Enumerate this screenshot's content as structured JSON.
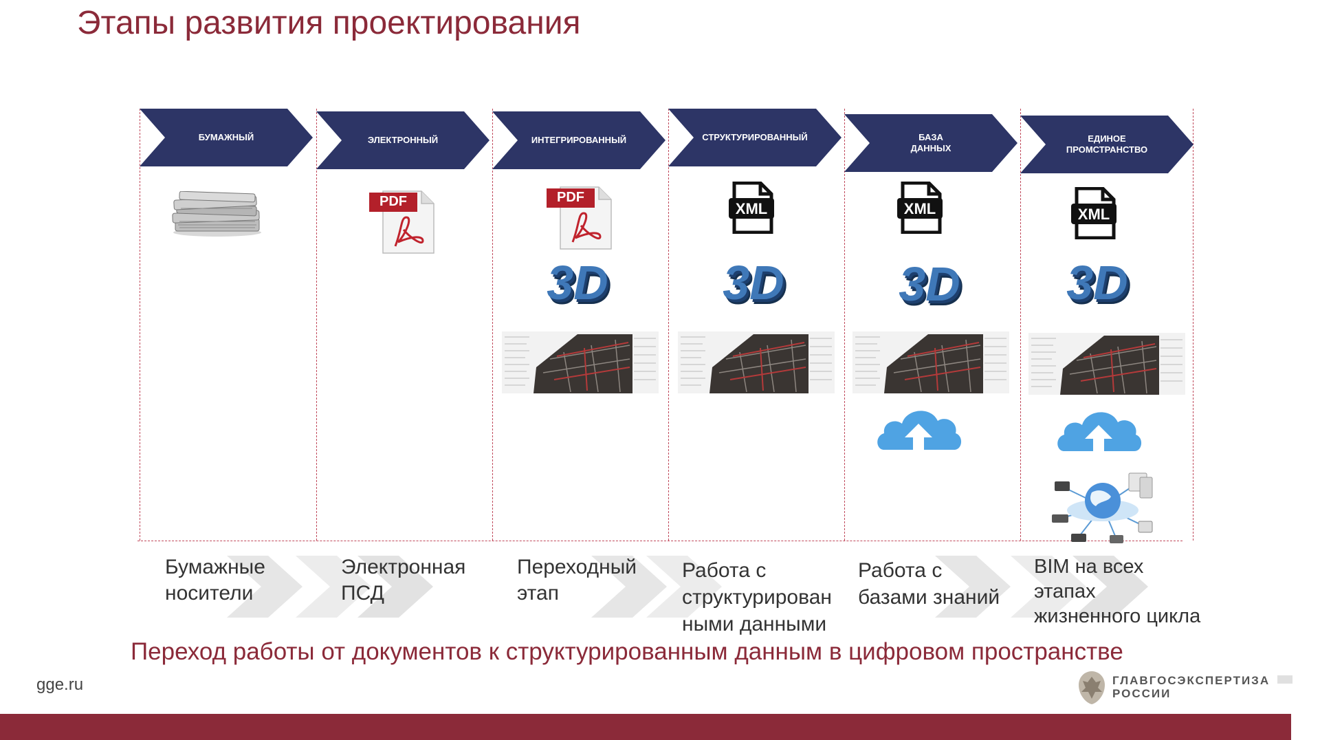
{
  "title": "Этапы развития проектирования",
  "stages": [
    {
      "header": "БУМАЖНЫЙ",
      "caption": "Бумажные\nносители",
      "icons": [
        "paper-stack-icon"
      ]
    },
    {
      "header": "ЭЛЕКТРОННЫЙ",
      "caption": "Электронная\nПСД",
      "icons": [
        "pdf-icon"
      ]
    },
    {
      "header": "ИНТЕГРИРОВАННЫЙ",
      "caption": "Переходный\nэтап",
      "icons": [
        "pdf-icon",
        "3d-icon",
        "bim-model-icon"
      ]
    },
    {
      "header": "СТРУКТУРИРОВАННЫЙ",
      "caption": "Работа с\nструктурирован\nными  данными",
      "icons": [
        "xml-icon",
        "3d-icon",
        "bim-model-icon"
      ]
    },
    {
      "header": "БАЗА\nДАННЫХ",
      "caption": "Работа с\nбазами знаний",
      "icons": [
        "xml-icon",
        "3d-icon",
        "bim-model-icon",
        "cloud-upload-icon"
      ]
    },
    {
      "header": "ЕДИНОЕ\nПРОМСТРАНСТВО",
      "caption": "BIM на всех\nэтапах\nжизненного цикла",
      "icons": [
        "xml-icon",
        "3d-icon",
        "bim-model-icon",
        "cloud-upload-icon",
        "network-globe-icon"
      ]
    }
  ],
  "pdf_label": "PDF",
  "xml_label": "XML",
  "d3_label": "3D",
  "subtitle": "Переход работы от документов к структурированным данным в  цифровом пространстве",
  "site": "gge.ru",
  "logo_text": "ГЛАВГОСЭКСПЕРТИЗА\nРОССИИ",
  "colors": {
    "accent": "#8b2a39",
    "chevron": "#2d3566",
    "border": "#c0485a",
    "caption_arrow": "#e4e4e4",
    "cloud": "#4fa3e3"
  }
}
